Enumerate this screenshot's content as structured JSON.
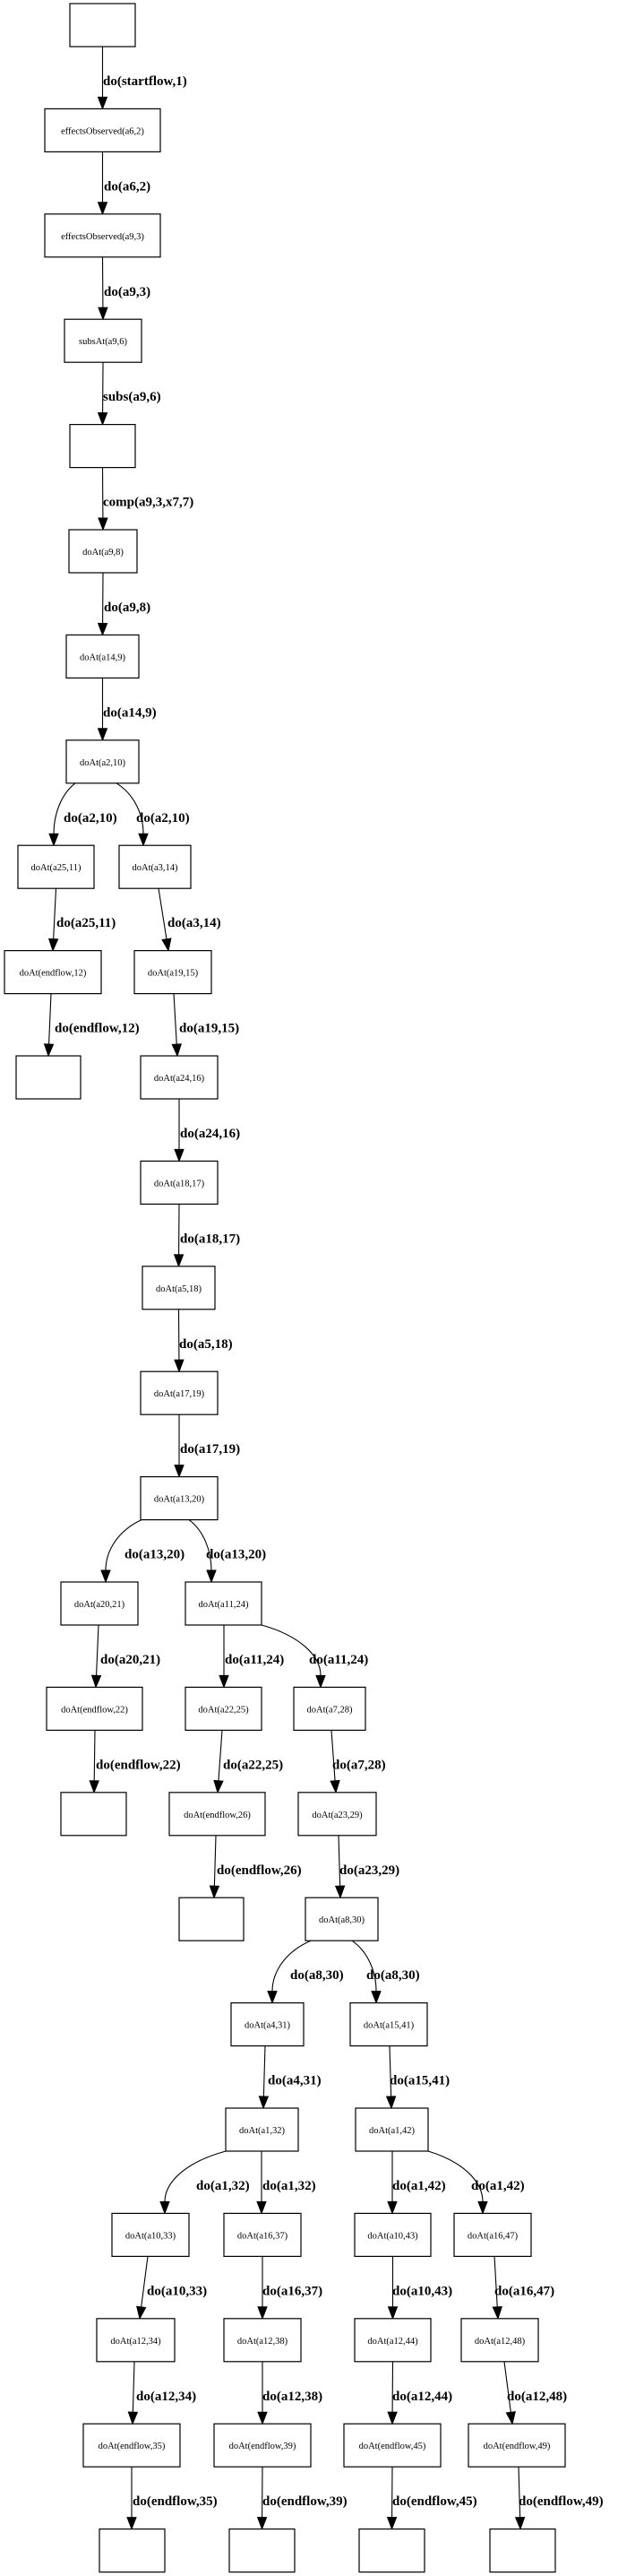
{
  "nodes": [
    {
      "label": ""
    },
    {
      "label": "effectsObserved(a6,2)"
    },
    {
      "label": "effectsObserved(a9,3)"
    },
    {
      "label": "subsAt(a9,6)"
    },
    {
      "label": ""
    },
    {
      "label": "doAt(a9,8)"
    },
    {
      "label": "doAt(a14,9)"
    },
    {
      "label": "doAt(a2,10)"
    },
    {
      "label": "doAt(a25,11)"
    },
    {
      "label": "doAt(a3,14)"
    },
    {
      "label": "doAt(endflow,12)"
    },
    {
      "label": "doAt(a19,15)"
    },
    {
      "label": ""
    },
    {
      "label": "doAt(a24,16)"
    },
    {
      "label": "doAt(a18,17)"
    },
    {
      "label": "doAt(a5,18)"
    },
    {
      "label": "doAt(a17,19)"
    },
    {
      "label": "doAt(a13,20)"
    },
    {
      "label": "doAt(a20,21)"
    },
    {
      "label": "doAt(a11,24)"
    },
    {
      "label": "doAt(endflow,22)"
    },
    {
      "label": "doAt(a22,25)"
    },
    {
      "label": "doAt(a7,28)"
    },
    {
      "label": ""
    },
    {
      "label": "doAt(endflow,26)"
    },
    {
      "label": "doAt(a23,29)"
    },
    {
      "label": ""
    },
    {
      "label": "doAt(a8,30)"
    },
    {
      "label": "doAt(a4,31)"
    },
    {
      "label": "doAt(a15,41)"
    },
    {
      "label": "doAt(a1,32)"
    },
    {
      "label": "doAt(a1,42)"
    },
    {
      "label": "doAt(a10,33)"
    },
    {
      "label": "doAt(a16,37)"
    },
    {
      "label": "doAt(a10,43)"
    },
    {
      "label": "doAt(a16,47)"
    },
    {
      "label": "doAt(a12,34)"
    },
    {
      "label": "doAt(a12,38)"
    },
    {
      "label": "doAt(a12,44)"
    },
    {
      "label": "doAt(a12,48)"
    },
    {
      "label": "doAt(endflow,35)"
    },
    {
      "label": "doAt(endflow,39)"
    },
    {
      "label": "doAt(endflow,45)"
    },
    {
      "label": "doAt(endflow,49)"
    },
    {
      "label": ""
    },
    {
      "label": ""
    },
    {
      "label": ""
    },
    {
      "label": ""
    }
  ],
  "edges": [
    {
      "from": 0,
      "to": 1,
      "label": "do(startflow,1)"
    },
    {
      "from": 1,
      "to": 2,
      "label": "do(a6,2)"
    },
    {
      "from": 2,
      "to": 3,
      "label": "do(a9,3)"
    },
    {
      "from": 3,
      "to": 4,
      "label": "subs(a9,6)"
    },
    {
      "from": 4,
      "to": 5,
      "label": "comp(a9,3,x7,7)"
    },
    {
      "from": 5,
      "to": 6,
      "label": "do(a9,8)"
    },
    {
      "from": 6,
      "to": 7,
      "label": "do(a14,9)"
    },
    {
      "from": 7,
      "to": 8,
      "label": "do(a2,10)"
    },
    {
      "from": 7,
      "to": 9,
      "label": "do(a2,10)"
    },
    {
      "from": 8,
      "to": 10,
      "label": "do(a25,11)"
    },
    {
      "from": 9,
      "to": 11,
      "label": "do(a3,14)"
    },
    {
      "from": 10,
      "to": 12,
      "label": "do(endflow,12)"
    },
    {
      "from": 11,
      "to": 13,
      "label": "do(a19,15)"
    },
    {
      "from": 13,
      "to": 14,
      "label": "do(a24,16)"
    },
    {
      "from": 14,
      "to": 15,
      "label": "do(a18,17)"
    },
    {
      "from": 15,
      "to": 16,
      "label": "do(a5,18)"
    },
    {
      "from": 16,
      "to": 17,
      "label": "do(a17,19)"
    },
    {
      "from": 17,
      "to": 18,
      "label": "do(a13,20)"
    },
    {
      "from": 17,
      "to": 19,
      "label": "do(a13,20)"
    },
    {
      "from": 18,
      "to": 20,
      "label": "do(a20,21)"
    },
    {
      "from": 19,
      "to": 21,
      "label": "do(a11,24)"
    },
    {
      "from": 19,
      "to": 22,
      "label": "do(a11,24)"
    },
    {
      "from": 20,
      "to": 23,
      "label": "do(endflow,22)"
    },
    {
      "from": 21,
      "to": 24,
      "label": "do(a22,25)"
    },
    {
      "from": 22,
      "to": 25,
      "label": "do(a7,28)"
    },
    {
      "from": 24,
      "to": 26,
      "label": "do(endflow,26)"
    },
    {
      "from": 25,
      "to": 27,
      "label": "do(a23,29)"
    },
    {
      "from": 27,
      "to": 28,
      "label": "do(a8,30)"
    },
    {
      "from": 27,
      "to": 29,
      "label": "do(a8,30)"
    },
    {
      "from": 28,
      "to": 30,
      "label": "do(a4,31)"
    },
    {
      "from": 29,
      "to": 31,
      "label": "do(a15,41)"
    },
    {
      "from": 30,
      "to": 32,
      "label": "do(a1,32)"
    },
    {
      "from": 30,
      "to": 33,
      "label": "do(a1,32)"
    },
    {
      "from": 31,
      "to": 34,
      "label": "do(a1,42)"
    },
    {
      "from": 31,
      "to": 35,
      "label": "do(a1,42)"
    },
    {
      "from": 32,
      "to": 36,
      "label": "do(a10,33)"
    },
    {
      "from": 33,
      "to": 37,
      "label": "do(a16,37)"
    },
    {
      "from": 34,
      "to": 38,
      "label": "do(a10,43)"
    },
    {
      "from": 35,
      "to": 39,
      "label": "do(a16,47)"
    },
    {
      "from": 36,
      "to": 40,
      "label": "do(a12,34)"
    },
    {
      "from": 37,
      "to": 41,
      "label": "do(a12,38)"
    },
    {
      "from": 38,
      "to": 42,
      "label": "do(a12,44)"
    },
    {
      "from": 39,
      "to": 43,
      "label": "do(a12,48)"
    },
    {
      "from": 40,
      "to": 44,
      "label": "do(endflow,35)"
    },
    {
      "from": 41,
      "to": 45,
      "label": "do(endflow,39)"
    },
    {
      "from": 42,
      "to": 46,
      "label": "do(endflow,45)"
    },
    {
      "from": 43,
      "to": 47,
      "label": "do(endflow,49)"
    }
  ]
}
